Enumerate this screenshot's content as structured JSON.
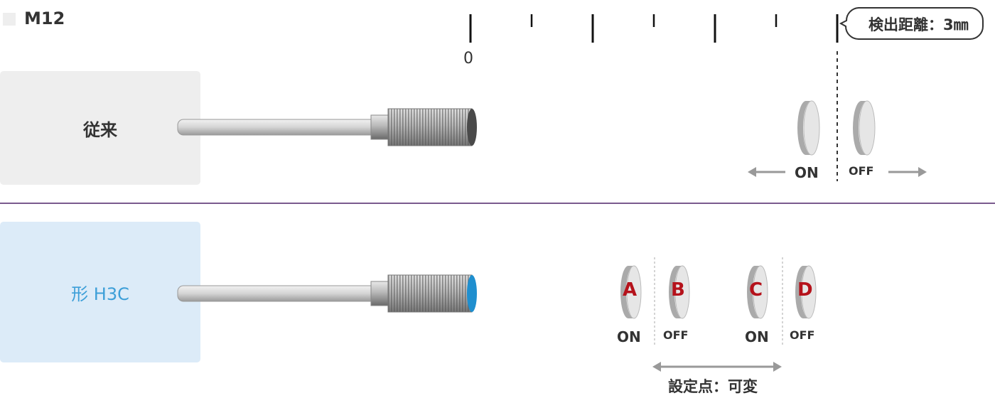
{
  "header": {
    "model": "M12"
  },
  "ruler": {
    "zero_label": "0"
  },
  "callout": {
    "text": "検出距離：3㎜"
  },
  "conventional": {
    "label": "従来",
    "on_label": "ON",
    "off_label": "OFF"
  },
  "new_model": {
    "label": "形 H3C",
    "targets": [
      {
        "letter": "A",
        "state": "ON"
      },
      {
        "letter": "B",
        "state": "OFF"
      },
      {
        "letter": "C",
        "state": "ON"
      },
      {
        "letter": "D",
        "state": "OFF"
      }
    ],
    "setpoint_label": "設定点：可変"
  },
  "colors": {
    "accent_blue": "#3d9fd8",
    "letter_red": "#b5121b",
    "divider": "#7a5a8e",
    "conv_panel": "#eeeeee",
    "new_panel": "#dcebf8"
  }
}
